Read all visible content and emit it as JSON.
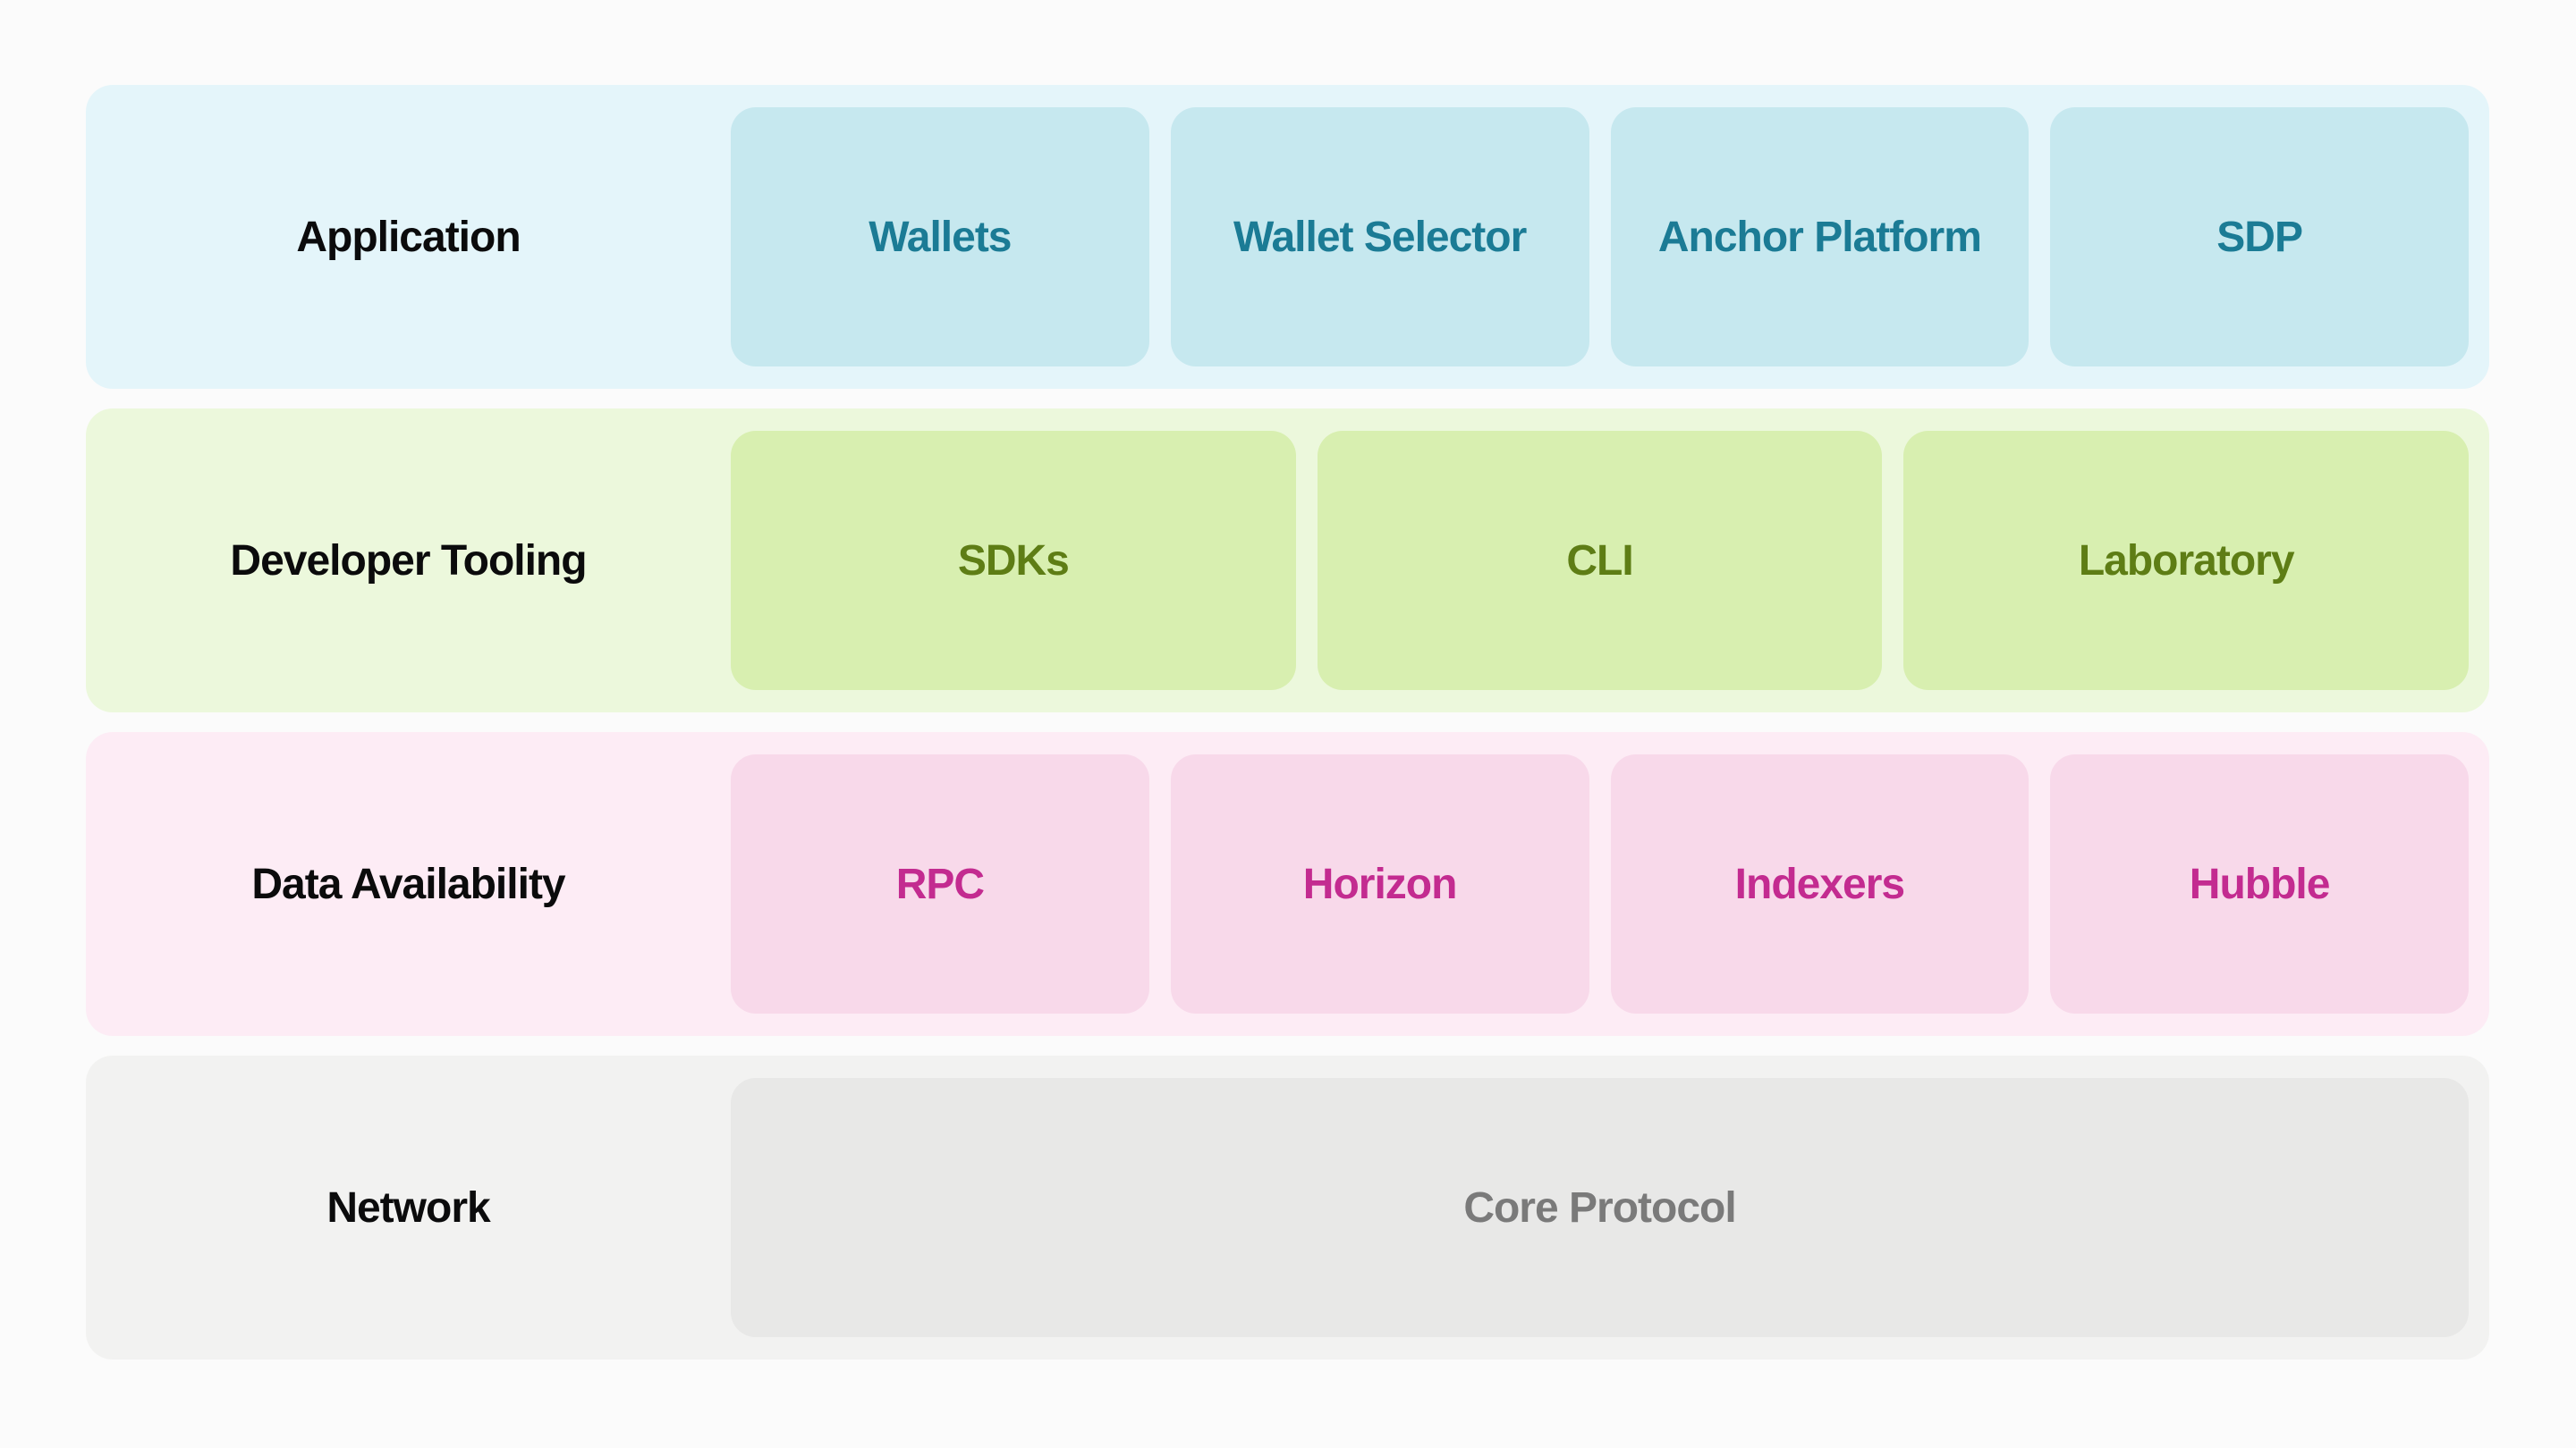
{
  "page": {
    "background": "#fbfbfb"
  },
  "diagram": {
    "label_color": "#0b0b0c",
    "rows": [
      {
        "label": "Application",
        "container_color": "#e4f5fa",
        "card_color": "#c6e8ef",
        "item_text_color": "#1b7b95",
        "items": [
          "Wallets",
          "Wallet Selector",
          "Anchor Platform",
          "SDP"
        ]
      },
      {
        "label": "Developer Tooling",
        "container_color": "#ecf8dc",
        "card_color": "#d8efb0",
        "item_text_color": "#5e7d15",
        "items": [
          "SDKs",
          "CLI",
          "Laboratory"
        ]
      },
      {
        "label": "Data Availability",
        "container_color": "#fdecf5",
        "card_color": "#f8d9ea",
        "item_text_color": "#c32b90",
        "items": [
          "RPC",
          "Horizon",
          "Indexers",
          "Hubble"
        ]
      },
      {
        "label": "Network",
        "container_color": "#f2f2f1",
        "card_color": "#e8e8e7",
        "item_text_color": "#7a7a7a",
        "items": [
          "Core Protocol"
        ]
      }
    ]
  }
}
